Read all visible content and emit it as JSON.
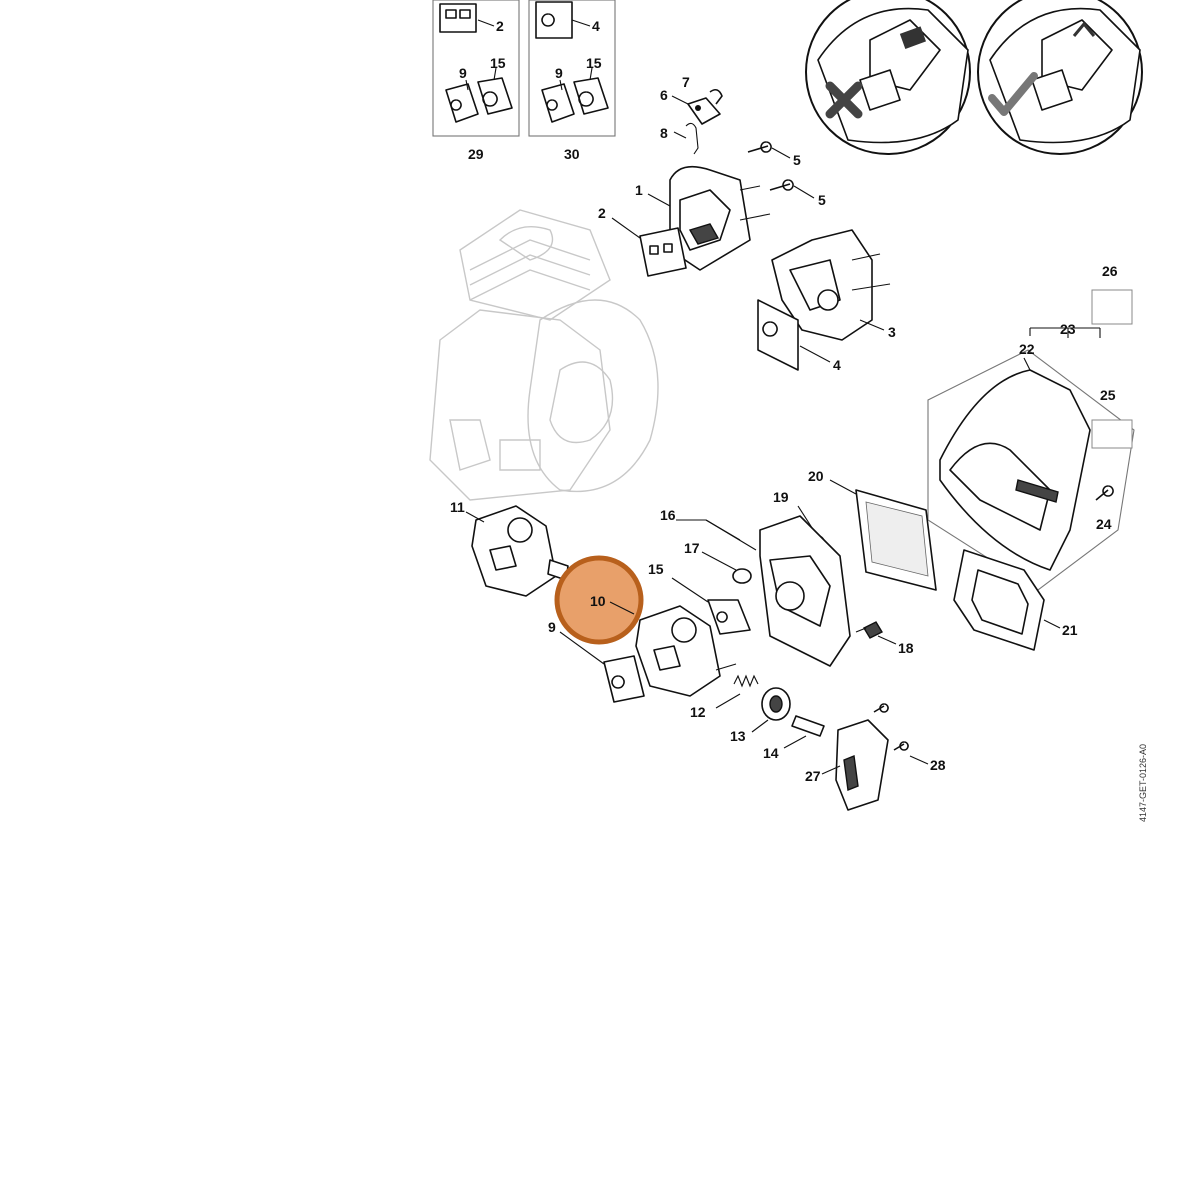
{
  "diagram": {
    "document_code": "4147-GET-0126-A0",
    "highlight": {
      "label": "10",
      "color": "#e8a06a",
      "border_color": "#b8601c"
    },
    "callouts": [
      "1",
      "2",
      "2",
      "3",
      "4",
      "4",
      "5",
      "5",
      "6",
      "7",
      "8",
      "9",
      "9",
      "9",
      "11",
      "12",
      "13",
      "14",
      "15",
      "15",
      "15",
      "16",
      "17",
      "18",
      "19",
      "20",
      "21",
      "22",
      "23",
      "24",
      "25",
      "26",
      "27",
      "28",
      "29",
      "30"
    ],
    "inset_wrong_icon": "cross-mark-icon",
    "inset_right_icon": "check-mark-icon"
  }
}
